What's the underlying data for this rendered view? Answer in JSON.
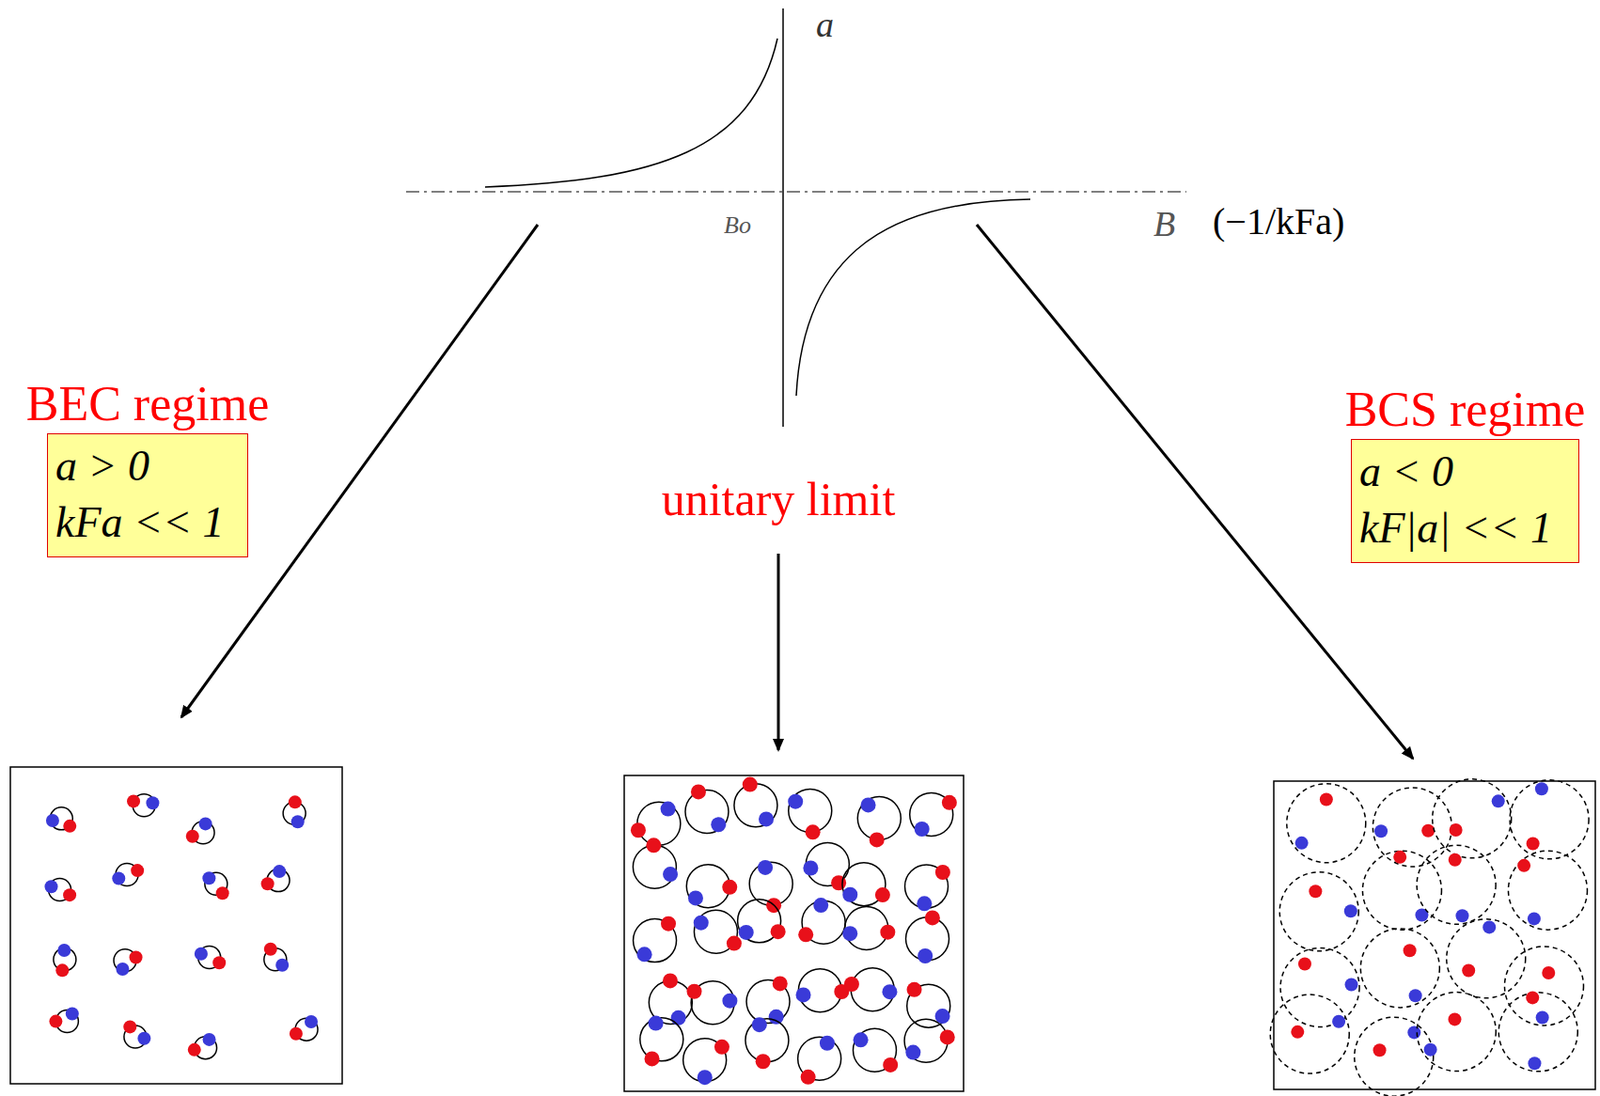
{
  "diagram": {
    "nodes": [
      {
        "text": [
          "BEC regime",
          "a > 0",
          "kFa << 1"
        ]
      },
      {
        "text": [
          "BCS regime",
          "a < 0",
          "kF|a| << 1"
        ]
      }
    ],
    "labels": [
      "a",
      "Bo",
      "B",
      "(−1/kFa)",
      "unitary limit"
    ]
  }
}
